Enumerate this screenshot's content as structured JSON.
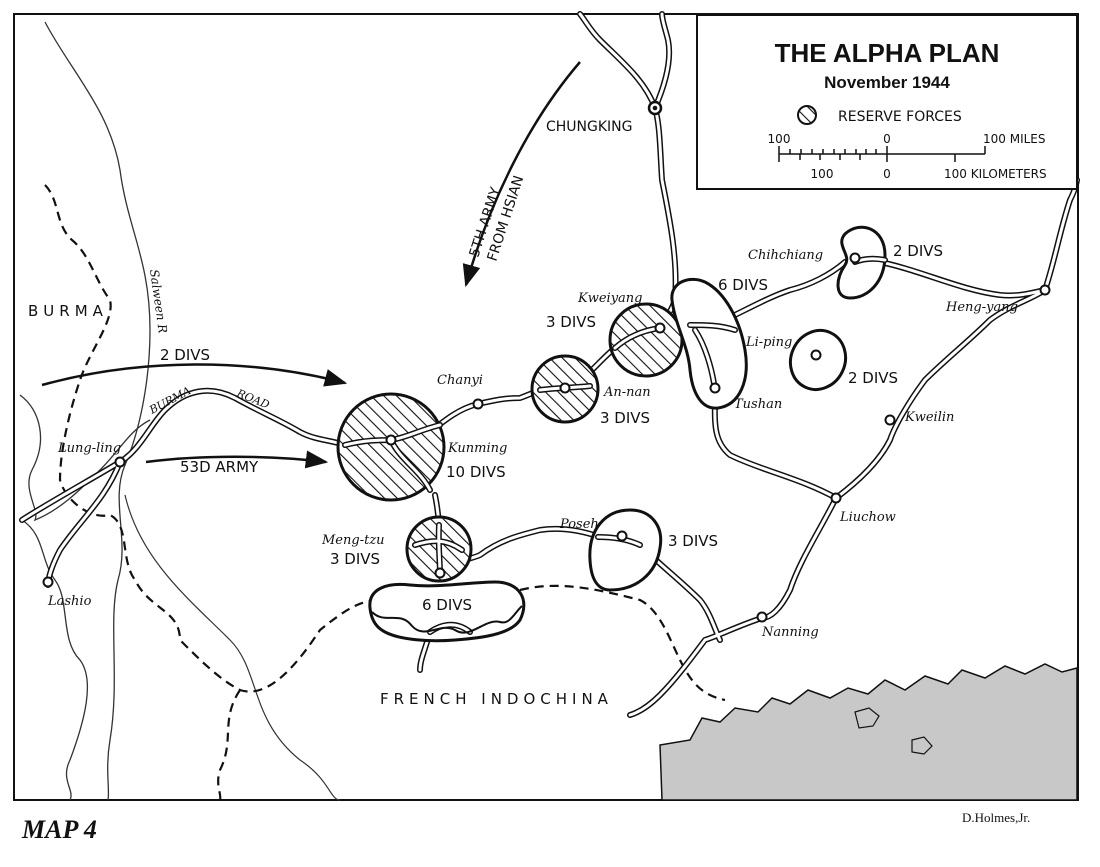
{
  "legend": {
    "title": "THE ALPHA PLAN",
    "subtitle": "November 1944",
    "reserve_label": "RESERVE FORCES",
    "scale_miles": {
      "left": "100",
      "zero": "0",
      "right": "100 MILES"
    },
    "scale_km": {
      "left": "100",
      "zero": "0",
      "right": "100 KILOMETERS"
    }
  },
  "regions": {
    "burma": "BURMA",
    "french_indochina": "FRENCH INDOCHINA"
  },
  "river": "Salween R",
  "road": {
    "word1": "BURMA",
    "word2": "ROAD"
  },
  "cities": {
    "chungking": "CHUNGKING",
    "kweiyang": "Kweiyang",
    "chihchiang": "Chihchiang",
    "heng_yang": "Heng-yang",
    "li_ping": "Li-ping",
    "tushan": "Tushan",
    "kweilin": "Kweilin",
    "liuchow": "Liuchow",
    "nanning": "Nanning",
    "poseh": "Poseh",
    "meng_tzu": "Meng-tzu",
    "kunming": "Kunming",
    "chanyi": "Chanyi",
    "an_nan": "An-nan",
    "lung_ling": "Lung-ling",
    "lashio": "Lashio"
  },
  "forces": {
    "kunming": "10 DIVS",
    "an_nan": "3 DIVS",
    "kweiyang": "3 DIVS",
    "tushan": "6 DIVS",
    "chihchiang": "2 DIVS",
    "li_ping": "2 DIVS",
    "poseh": "3 DIVS",
    "meng_tzu": "3 DIVS",
    "border": "6 DIVS"
  },
  "arrows": {
    "fifth_army_line1": "5TH ARMY",
    "fifth_army_line2": "FROM HSIAN",
    "two_divs": "2 DIVS",
    "fifty_third": "53D ARMY"
  },
  "map_number": "MAP 4",
  "credit": "D.Holmes,Jr.",
  "colors": {
    "ink": "#111111",
    "sea": "#c8c8c8",
    "paper": "#ffffff"
  }
}
